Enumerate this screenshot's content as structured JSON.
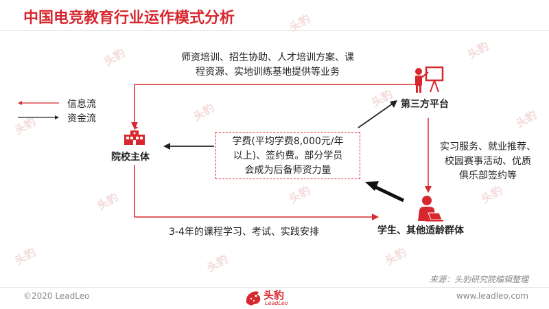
{
  "title": "中国电竞教育行业运作模式分析",
  "legend": {
    "info_flow": "信息流",
    "fund_flow": "资金流"
  },
  "nodes": {
    "school": "院校主体",
    "third_party": "第三方平台",
    "students": "学生、其他适龄群体"
  },
  "flows": {
    "third_to_school": [
      "师资培训、招生协助、人才培训方案、课",
      "程资源、实地训练基地提供等业务"
    ],
    "third_to_students": [
      "实习服务、就业推荐、",
      "校园赛事活动、优质",
      "俱乐部签约等"
    ],
    "school_to_students": "3-4年的课程学习、考试、实践安排",
    "fees": [
      "学费(平均学费8,000元/年",
      "以上)、签约费。部分学员",
      "会成为后备师资力量"
    ]
  },
  "source": "来源：头豹研究院编辑整理",
  "footer": {
    "copyright": "©2020 LeadLeo",
    "website": "www.leadleo.com",
    "logo_cn": "头豹",
    "logo_en": "LeadLeo"
  },
  "watermark": "头豹",
  "colors": {
    "accent": "#d7282f",
    "text": "#222222",
    "muted": "#888888"
  },
  "icons": [
    "school-building-icon",
    "teacher-presentation-icon",
    "student-laptop-icon",
    "leopard-logo-icon"
  ]
}
